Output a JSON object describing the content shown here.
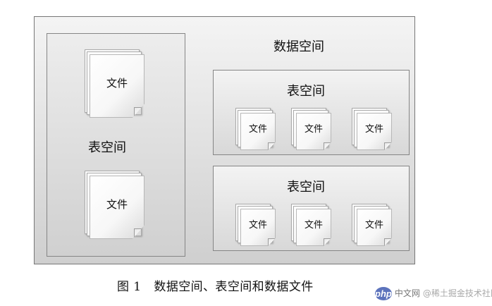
{
  "diagram": {
    "outer_label": "数据空间",
    "left_table_space": {
      "label": "表空间",
      "files": [
        "文件",
        "文件"
      ]
    },
    "right_table_spaces": [
      {
        "label": "表空间",
        "files": [
          "文件",
          "文件",
          "文件"
        ]
      },
      {
        "label": "表空间",
        "files": [
          "文件",
          "文件",
          "文件"
        ]
      }
    ]
  },
  "caption": {
    "figure_number": "图 1",
    "text": "数据空间、表空间和数据文件"
  },
  "watermark": {
    "logo_text": "php",
    "site_text": "中文网",
    "handle": "@稀土掘金技术社区"
  }
}
